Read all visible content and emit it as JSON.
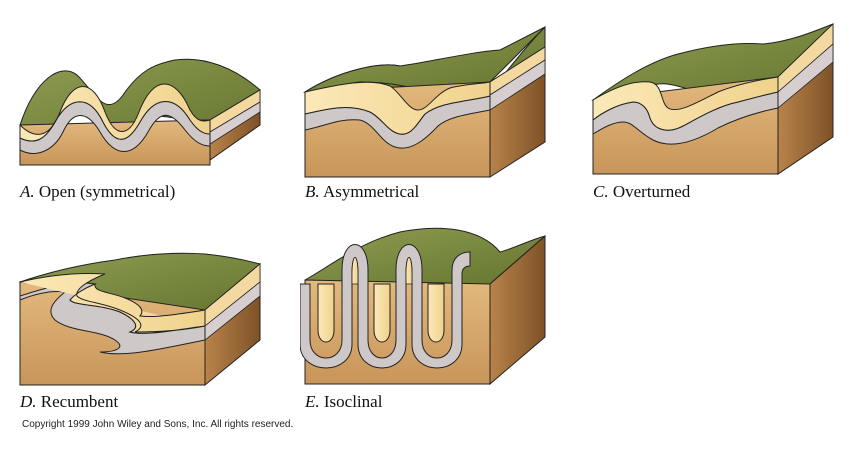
{
  "figures": [
    {
      "letter": "A.",
      "label": "Open (symmetrical)"
    },
    {
      "letter": "B.",
      "label": "Asymmetrical"
    },
    {
      "letter": "C.",
      "label": "Overturned"
    },
    {
      "letter": "D.",
      "label": "Recumbent"
    },
    {
      "letter": "E.",
      "label": "Isoclinal"
    }
  ],
  "copyright": "Copyright 1999 John Wiley and Sons, Inc. All rights reserved.",
  "colors": {
    "grass": "#7f8f45",
    "grass_dark": "#5e6e2c",
    "sand": "#f6dfa4",
    "gray_layer": "#cfc8c8",
    "front": "#d6a96c",
    "side": "#a8743f",
    "outline": "#222222"
  }
}
